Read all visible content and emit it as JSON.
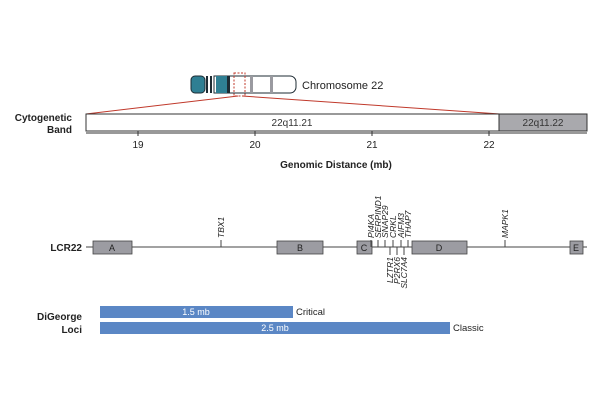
{
  "chromosome": {
    "label": "Chromosome 22",
    "colors": {
      "teal": "#2f7f93",
      "dark": "#1e2b33",
      "gray": "#9a9aa0",
      "zoom": "#c0392b"
    }
  },
  "cytogenetic": {
    "row_label": [
      "Cytogenetic",
      "Band"
    ],
    "bands": [
      {
        "label": "22q11.21",
        "color": "#ffffff"
      },
      {
        "label": "22q11.22",
        "color": "#a9a9ad"
      }
    ],
    "ticks": [
      "19",
      "20",
      "21",
      "22"
    ],
    "axis_title": "Genomic Distance (mb)"
  },
  "lcr22": {
    "row_label": "LCR22",
    "blocks": [
      "A",
      "B",
      "C",
      "D",
      "E"
    ],
    "genes_top": [
      "TBX1",
      "PI4KA",
      "SERPIND1",
      "SNAP29",
      "CRKL",
      "AIFM3",
      "THAP7",
      "MAPK1"
    ],
    "genes_bottom": [
      "LZTR1",
      "P2RX6",
      "SLC7A4"
    ],
    "block_color": "#9c9ca2"
  },
  "loci": {
    "row_label": [
      "DiGeorge",
      "Loci"
    ],
    "bars": [
      {
        "value_label": "1.5 mb",
        "name": "Critical",
        "length_mb": 1.5
      },
      {
        "value_label": "2.5 mb",
        "name": "Classic",
        "length_mb": 2.5
      }
    ],
    "bar_color": "#5b87c5"
  }
}
